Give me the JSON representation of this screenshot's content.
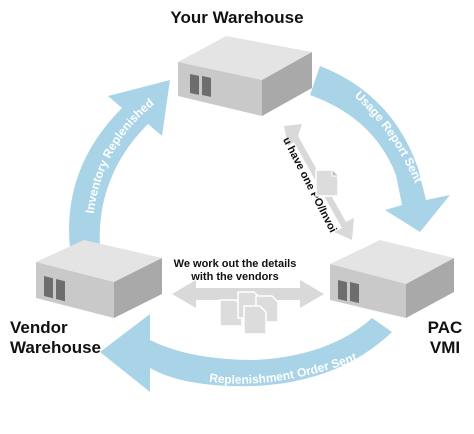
{
  "nodes": {
    "your_warehouse": "Your Warehouse",
    "vendor_warehouse": [
      "Vendor",
      "Warehouse"
    ],
    "pac_vmi": [
      "PAC",
      "VMI"
    ]
  },
  "flows": {
    "top_right": "Usage Report Sent",
    "bottom": "Replenishment Order Sent",
    "left": "Inventory Replenished"
  },
  "notes": {
    "po_invoice": "You have one PO/Invoice",
    "vendors": [
      "We work out the details",
      "with the vendors"
    ]
  },
  "colors": {
    "arrow": "#a9d4e8",
    "arrow_dark": "#8fc4dd",
    "box_top": "#e4e4e4",
    "box_front": "#c9c9c9",
    "box_side": "#a9a9a9",
    "door": "#6d6d6d",
    "doc_arrow": "#d9d9d9",
    "text": "#111111"
  },
  "icons": [
    "warehouse-box-icon",
    "document-icon"
  ]
}
